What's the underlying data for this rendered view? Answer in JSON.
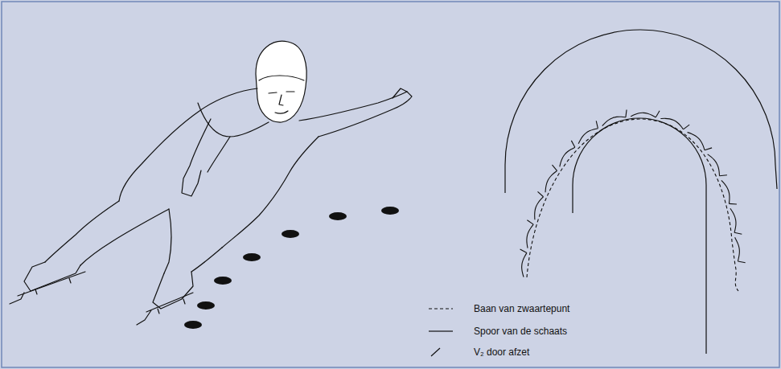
{
  "diagram": {
    "legend": [
      {
        "text": "Baan van zwaartepunt"
      },
      {
        "text": "Spoor van de schaats"
      },
      {
        "text": "V₂ door afzet"
      }
    ]
  }
}
